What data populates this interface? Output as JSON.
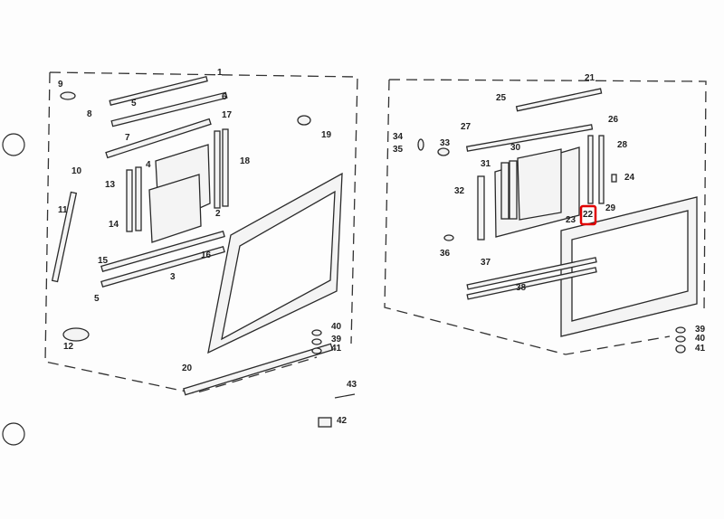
{
  "diagram": {
    "left_assembly": {
      "group_label": "1",
      "labels": [
        "9",
        "8",
        "6",
        "5",
        "7",
        "17",
        "19",
        "18",
        "10",
        "4",
        "13",
        "2",
        "14",
        "11",
        "16",
        "15",
        "3",
        "5",
        "12",
        "40",
        "39",
        "41",
        "20"
      ]
    },
    "right_assembly": {
      "group_label": "21",
      "labels": [
        "25",
        "26",
        "27",
        "34",
        "35",
        "33",
        "28",
        "30",
        "31",
        "24",
        "32",
        "29",
        "22",
        "23",
        "36",
        "37",
        "38",
        "39",
        "40",
        "41"
      ]
    },
    "loose_parts": [
      "43",
      "42"
    ],
    "highlighted_label": "22",
    "highlight_color": "#e00000"
  }
}
